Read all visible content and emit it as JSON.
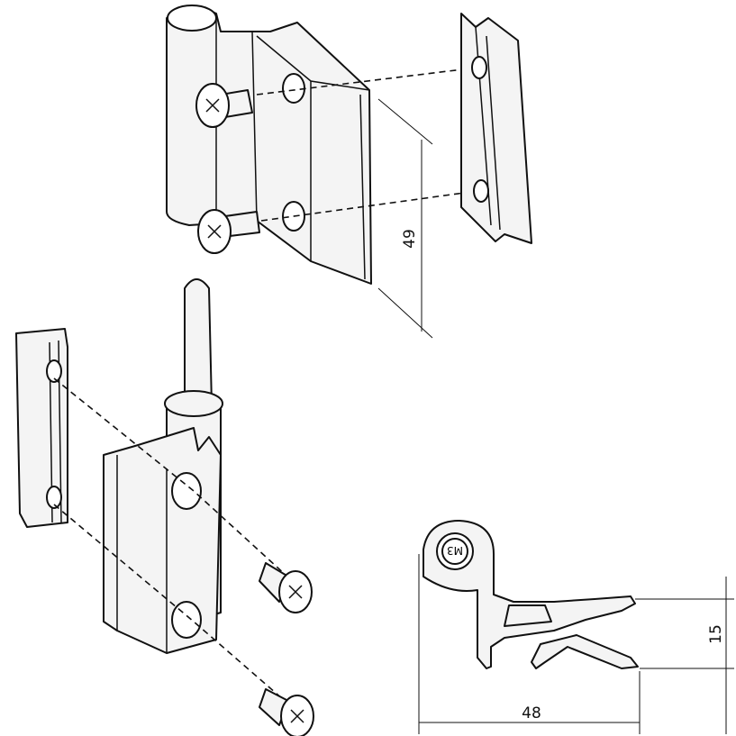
{
  "dimensions": {
    "height_upper": "49",
    "profile_height": "15",
    "profile_width": "48"
  },
  "screw_marking": "M3",
  "colors": {
    "line": "#111111",
    "fill": "#f4f4f4"
  }
}
